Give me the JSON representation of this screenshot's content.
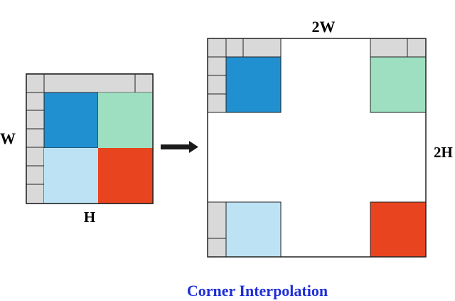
{
  "labels": {
    "small_width": "W",
    "small_height": "H",
    "large_width": "2W",
    "large_height": "2H"
  },
  "caption": "Corner Interpolation",
  "colors": {
    "padding_gray": "#d9d9d9",
    "quadrant_top_left": "#2190d0",
    "quadrant_top_right": "#9ddfc0",
    "quadrant_bottom_left": "#bde2f4",
    "quadrant_bottom_right": "#e8441f",
    "caption_blue": "#1f2fd6",
    "arrow": "#1a1a1a"
  }
}
